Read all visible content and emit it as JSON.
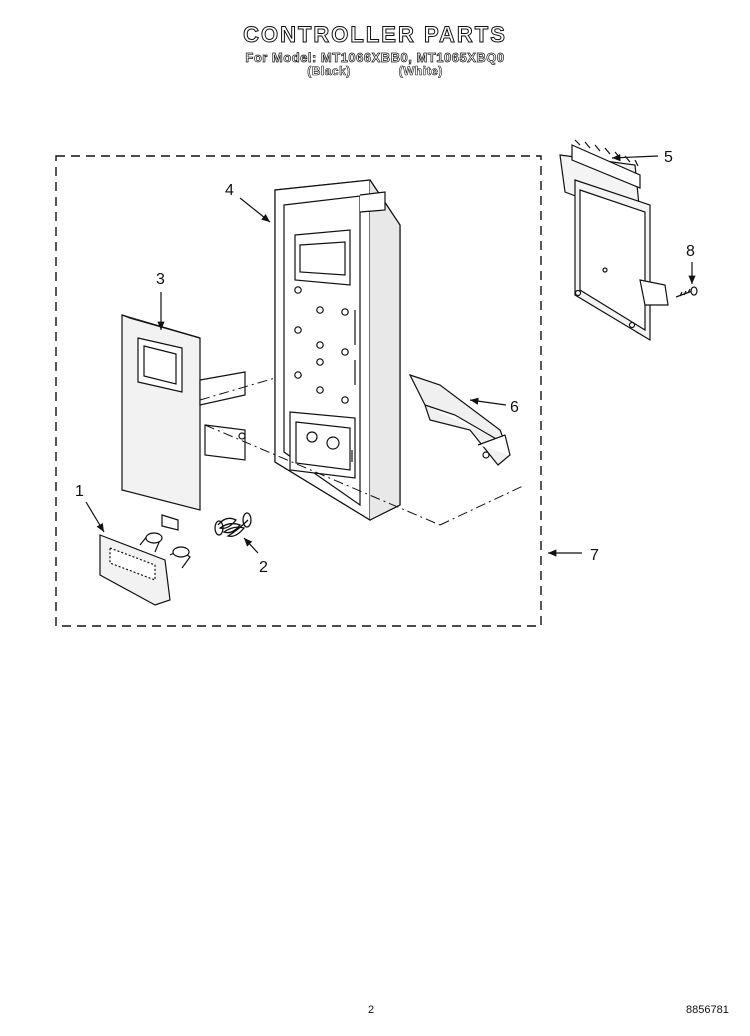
{
  "header": {
    "title": "CONTROLLER PARTS",
    "model_line": "For Model: MT1066XBB0, MT1065XBQ0",
    "color_black": "(Black)",
    "color_white": "(White)"
  },
  "callouts": [
    "1",
    "2",
    "3",
    "4",
    "5",
    "6",
    "7",
    "8"
  ],
  "footer": {
    "page_number": "2",
    "document_number": "8856781"
  }
}
